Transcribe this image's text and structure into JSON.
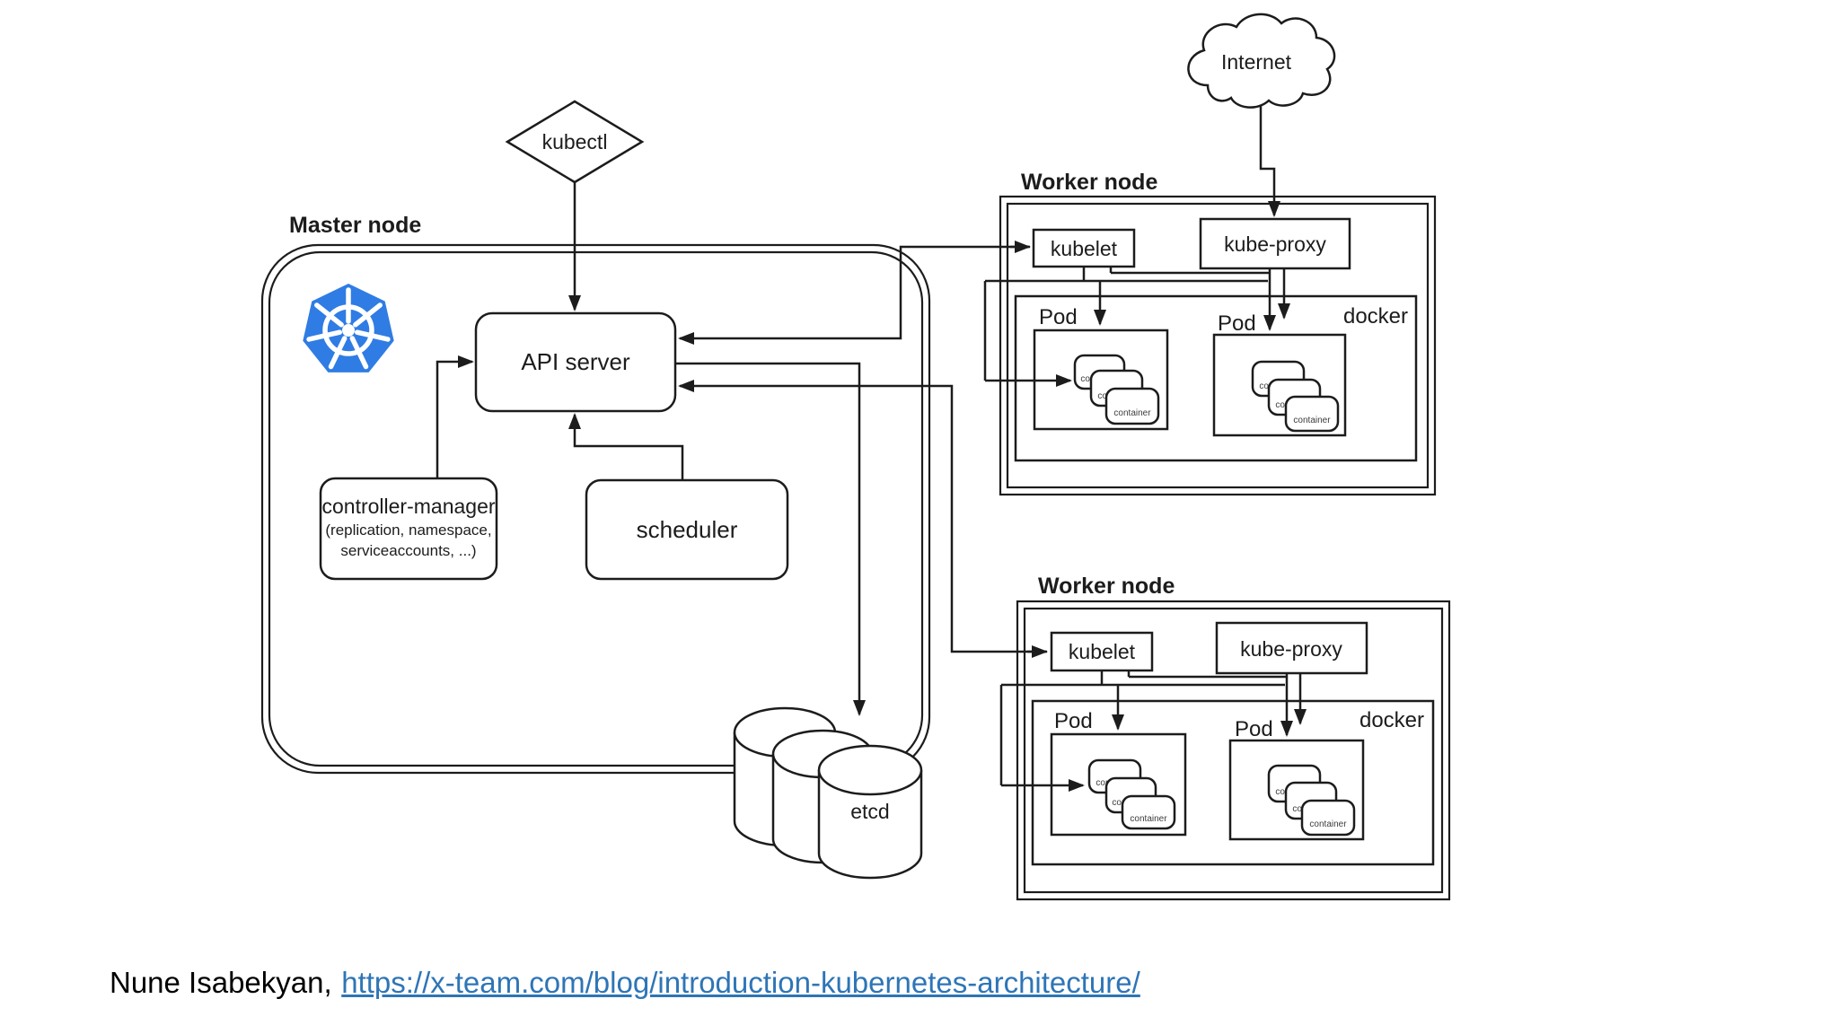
{
  "colors": {
    "line": "#1c1c1c",
    "k8s_logo_blue": "#2f7ce4",
    "hyperlink_blue": "#2e75b6"
  },
  "diagram": {
    "internet": {
      "label": "Internet"
    },
    "kubectl": {
      "label": "kubectl"
    },
    "master": {
      "label": "Master node",
      "api_server": "API server",
      "controller_manager": {
        "title": "controller-manager",
        "sub1": "(replication, namespace,",
        "sub2": "serviceaccounts, ...)"
      },
      "scheduler": "scheduler",
      "etcd": "etcd"
    },
    "worker1": {
      "label": "Worker node",
      "kubelet": "kubelet",
      "kube_proxy": "kube-proxy",
      "docker": "docker",
      "pod1": {
        "label": "Pod",
        "containers": [
          "container",
          "container",
          "container"
        ]
      },
      "pod2": {
        "label": "Pod",
        "containers": [
          "container",
          "container",
          "container"
        ]
      }
    },
    "worker2": {
      "label": "Worker node",
      "kubelet": "kubelet",
      "kube_proxy": "kube-proxy",
      "docker": "docker",
      "pod1": {
        "label": "Pod",
        "containers": [
          "container",
          "container",
          "container"
        ]
      },
      "pod2": {
        "label": "Pod",
        "containers": [
          "container",
          "container",
          "container"
        ]
      }
    }
  },
  "attribution": {
    "author": "Nune Isabekyan,",
    "link_text": "https://x-team.com/blog/introduction-kubernetes-architecture/"
  }
}
